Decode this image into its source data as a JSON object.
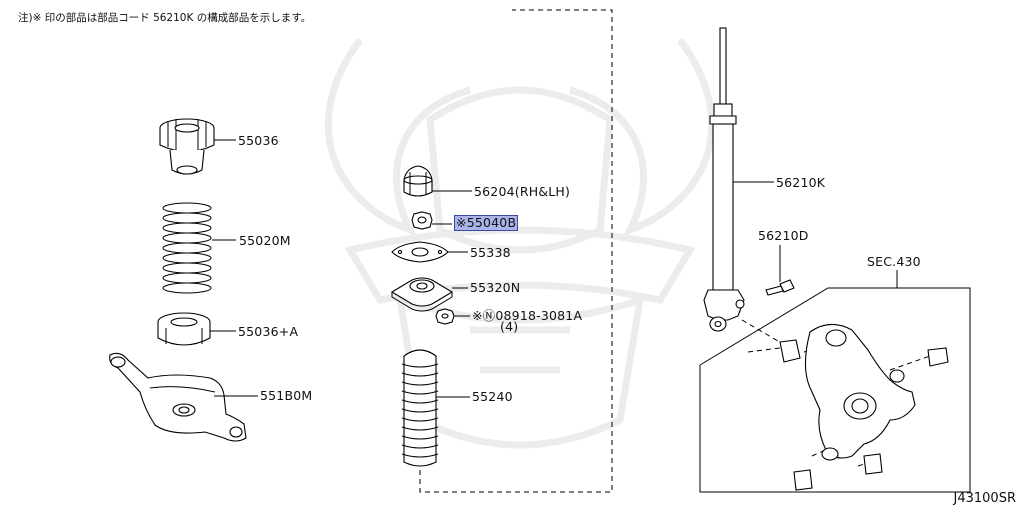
{
  "header_note": "注)※ 印の部品は部品コード 56210K の構成部品を示します。",
  "diagram_code": "J43100SR",
  "selected_part": "55040B",
  "parts": [
    {
      "id": "55036",
      "label": "55036"
    },
    {
      "id": "55020M",
      "label": "55020M"
    },
    {
      "id": "55036A",
      "label": "55036+A"
    },
    {
      "id": "551B0M",
      "label": "551B0M"
    },
    {
      "id": "56204",
      "label": "56204(RH&LH)"
    },
    {
      "id": "55040B",
      "label": "55040B",
      "prefix": "※"
    },
    {
      "id": "55338",
      "label": "55338"
    },
    {
      "id": "55320N",
      "label": "55320N"
    },
    {
      "id": "08918",
      "label": "08918-3081A",
      "prefix": "※Ⓝ",
      "qty": "(4)"
    },
    {
      "id": "55240",
      "label": "55240"
    },
    {
      "id": "56210K",
      "label": "56210K"
    },
    {
      "id": "56210D",
      "label": "56210D"
    },
    {
      "id": "sec430",
      "label": "SEC.430"
    }
  ]
}
